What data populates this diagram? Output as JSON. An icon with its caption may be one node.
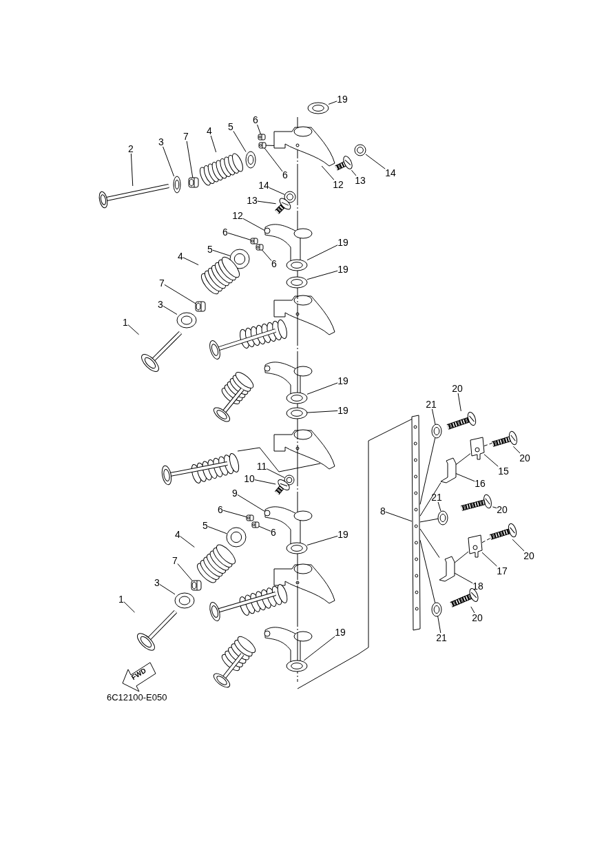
{
  "diagram": {
    "nodes": [
      {
        "text": [
          "19"
        ]
      },
      {
        "text": [
          "2"
        ]
      },
      {
        "text": [
          "3"
        ]
      },
      {
        "text": [
          "7"
        ]
      },
      {
        "text": [
          "4"
        ]
      },
      {
        "text": [
          "5"
        ]
      },
      {
        "text": [
          "6"
        ]
      },
      {
        "text": [
          "6"
        ]
      },
      {
        "text": [
          "12"
        ]
      },
      {
        "text": [
          "13"
        ]
      },
      {
        "text": [
          "14"
        ]
      },
      {
        "text": [
          "14"
        ]
      },
      {
        "text": [
          "13"
        ]
      },
      {
        "text": [
          "12"
        ]
      },
      {
        "text": [
          "6"
        ]
      },
      {
        "text": [
          "6"
        ]
      },
      {
        "text": [
          "5"
        ]
      },
      {
        "text": [
          "4"
        ]
      },
      {
        "text": [
          "7"
        ]
      },
      {
        "text": [
          "19"
        ]
      },
      {
        "text": [
          "3"
        ]
      },
      {
        "text": [
          "19"
        ]
      },
      {
        "text": [
          "1"
        ]
      },
      {
        "text": [
          "19"
        ]
      },
      {
        "text": [
          "19"
        ]
      },
      {
        "text": [
          "20"
        ]
      },
      {
        "text": [
          "21"
        ]
      },
      {
        "text": [
          "20"
        ]
      },
      {
        "text": [
          "11"
        ]
      },
      {
        "text": [
          "15"
        ]
      },
      {
        "text": [
          "10"
        ]
      },
      {
        "text": [
          "16"
        ]
      },
      {
        "text": [
          "9"
        ]
      },
      {
        "text": [
          "6"
        ]
      },
      {
        "text": [
          "21"
        ]
      },
      {
        "text": [
          "20"
        ]
      },
      {
        "text": [
          "8"
        ]
      },
      {
        "text": [
          "6"
        ]
      },
      {
        "text": [
          "5"
        ]
      },
      {
        "text": [
          "19"
        ]
      },
      {
        "text": [
          "4"
        ]
      },
      {
        "text": [
          "20"
        ]
      },
      {
        "text": [
          "7"
        ]
      },
      {
        "text": [
          "17"
        ]
      },
      {
        "text": [
          "3"
        ]
      },
      {
        "text": [
          "18"
        ]
      },
      {
        "text": [
          "1"
        ]
      },
      {
        "text": [
          "20"
        ]
      },
      {
        "text": [
          "21"
        ]
      },
      {
        "text": [
          "19"
        ]
      },
      {
        "text": [],
        "shape": "picture"
      },
      {
        "text": [],
        "shape": "picture"
      },
      {
        "text": [],
        "shape": "picture"
      },
      {
        "text": [],
        "shape": "picture"
      },
      {
        "text": [],
        "shape": "picture"
      },
      {
        "text": [],
        "shape": "picture"
      },
      {
        "text": [],
        "shape": "picture"
      },
      {
        "text": [],
        "shape": "picture"
      },
      {
        "text": [],
        "shape": "picture"
      },
      {
        "text": [],
        "shape": "picture"
      },
      {
        "text": [],
        "shape": "picture"
      },
      {
        "text": [],
        "shape": "picture"
      },
      {
        "text": [],
        "shape": "picture"
      },
      {
        "text": [],
        "shape": "picture"
      },
      {
        "text": [],
        "shape": "picture"
      },
      {
        "text": [],
        "shape": "picture"
      },
      {
        "text": [],
        "shape": "picture"
      },
      {
        "text": [],
        "shape": "picture"
      },
      {
        "text": [],
        "shape": "picture"
      },
      {
        "text": [],
        "shape": "picture"
      },
      {
        "text": [],
        "shape": "picture"
      },
      {
        "text": [],
        "shape": "picture"
      },
      {
        "text": [],
        "shape": "picture"
      },
      {
        "text": [],
        "shape": "picture"
      },
      {
        "text": [],
        "shape": "picture"
      },
      {
        "text": [],
        "shape": "picture"
      },
      {
        "text": [],
        "shape": "picture"
      },
      {
        "text": [],
        "shape": "picture"
      },
      {
        "text": [],
        "shape": "picture"
      },
      {
        "text": [],
        "shape": "picture"
      },
      {
        "text": [],
        "shape": "picture"
      },
      {
        "text": [],
        "shape": "picture"
      },
      {
        "text": [],
        "shape": "picture"
      },
      {
        "text": [],
        "shape": "picture"
      },
      {
        "text": [],
        "shape": "picture"
      },
      {
        "text": [],
        "shape": "picture"
      },
      {
        "text": [],
        "shape": "picture"
      },
      {
        "text": [],
        "shape": "picture"
      },
      {
        "text": [],
        "shape": "picture"
      },
      {
        "text": [],
        "shape": "picture"
      },
      {
        "text": [],
        "shape": "picture"
      },
      {
        "text": [],
        "shape": "picture"
      },
      {
        "text": [],
        "shape": "picture"
      },
      {
        "text": [],
        "shape": "picture"
      },
      {
        "text": [],
        "shape": "picture"
      },
      {
        "text": [],
        "shape": "picture"
      },
      {
        "text": [],
        "shape": "picture"
      },
      {
        "text": [],
        "shape": "picture"
      },
      {
        "text": [],
        "shape": "picture"
      },
      {
        "text": [],
        "shape": "picture"
      }
    ],
    "edges": [
      {
        "from": 0,
        "to": 50,
        "arrow": "none"
      },
      {
        "from": 1,
        "to": 51,
        "arrow": "none"
      },
      {
        "from": 2,
        "to": 52,
        "arrow": "none"
      },
      {
        "from": 3,
        "to": 53,
        "arrow": "none"
      },
      {
        "from": 4,
        "to": 54,
        "arrow": "none"
      },
      {
        "from": 5,
        "to": 55,
        "arrow": "none"
      },
      {
        "from": 6,
        "to": 56,
        "arrow": "none"
      },
      {
        "from": 7,
        "to": 57,
        "arrow": "none"
      },
      {
        "from": 8,
        "to": 58,
        "arrow": "none"
      },
      {
        "from": 9,
        "to": 59,
        "arrow": "none"
      },
      {
        "from": 10,
        "to": 60,
        "arrow": "none"
      },
      {
        "from": 11,
        "to": 61,
        "arrow": "none"
      },
      {
        "from": 12,
        "to": 62,
        "arrow": "none"
      },
      {
        "from": 13,
        "to": 63,
        "arrow": "none"
      },
      {
        "from": 14,
        "to": 64,
        "arrow": "none"
      },
      {
        "from": 15,
        "to": 65,
        "arrow": "none"
      },
      {
        "from": 16,
        "to": 66,
        "arrow": "none"
      },
      {
        "from": 17,
        "to": 67,
        "arrow": "none"
      },
      {
        "from": 18,
        "to": 68,
        "arrow": "none"
      },
      {
        "from": 19,
        "to": 69,
        "arrow": "none"
      },
      {
        "from": 20,
        "to": 70,
        "arrow": "none"
      },
      {
        "from": 21,
        "to": 71,
        "arrow": "none"
      },
      {
        "from": 22,
        "to": 72,
        "arrow": "none"
      },
      {
        "from": 23,
        "to": 73,
        "arrow": "none"
      },
      {
        "from": 24,
        "to": 74,
        "arrow": "none"
      },
      {
        "from": 25,
        "to": 75,
        "arrow": "none"
      },
      {
        "from": 26,
        "to": 76,
        "arrow": "none"
      },
      {
        "from": 27,
        "to": 77,
        "arrow": "none"
      },
      {
        "from": 28,
        "to": 78,
        "arrow": "none"
      },
      {
        "from": 29,
        "to": 79,
        "arrow": "none"
      },
      {
        "from": 30,
        "to": 80,
        "arrow": "none"
      },
      {
        "from": 31,
        "to": 81,
        "arrow": "none"
      },
      {
        "from": 32,
        "to": 82,
        "arrow": "none"
      },
      {
        "from": 33,
        "to": 83,
        "arrow": "none"
      },
      {
        "from": 34,
        "to": 84,
        "arrow": "none"
      },
      {
        "from": 35,
        "to": 85,
        "arrow": "none"
      },
      {
        "from": 36,
        "to": 86,
        "arrow": "none"
      },
      {
        "from": 37,
        "to": 87,
        "arrow": "none"
      },
      {
        "from": 38,
        "to": 88,
        "arrow": "none"
      },
      {
        "from": 39,
        "to": 89,
        "arrow": "none"
      },
      {
        "from": 40,
        "to": 90,
        "arrow": "none"
      },
      {
        "from": 41,
        "to": 91,
        "arrow": "none"
      },
      {
        "from": 42,
        "to": 92,
        "arrow": "none"
      },
      {
        "from": 43,
        "to": 93,
        "arrow": "none"
      },
      {
        "from": 44,
        "to": 94,
        "arrow": "none"
      },
      {
        "from": 45,
        "to": 95,
        "arrow": "none"
      },
      {
        "from": 46,
        "to": 96,
        "arrow": "none"
      },
      {
        "from": 47,
        "to": 97,
        "arrow": "none"
      },
      {
        "from": 48,
        "to": 98,
        "arrow": "none"
      },
      {
        "from": 49,
        "to": 99,
        "arrow": "none"
      },
      {
        "from": 57,
        "to": 58,
        "arrow": "none"
      },
      {
        "from": 86,
        "to": 76,
        "arrow": "none"
      },
      {
        "from": 86,
        "to": 81,
        "arrow": "none"
      },
      {
        "from": 81,
        "to": 79,
        "arrow": "none"
      },
      {
        "from": 79,
        "to": 77,
        "arrow": "none",
        "style": "dashed"
      },
      {
        "from": 86,
        "to": 84,
        "arrow": "none"
      },
      {
        "from": 86,
        "to": 95,
        "arrow": "none"
      },
      {
        "from": 95,
        "to": 93,
        "arrow": "none"
      },
      {
        "from": 93,
        "to": 91,
        "arrow": "none",
        "style": "dashed"
      },
      {
        "from": 86,
        "to": 98,
        "arrow": "none"
      }
    ],
    "labels": [
      "FWD",
      "6C12100-E050"
    ]
  }
}
